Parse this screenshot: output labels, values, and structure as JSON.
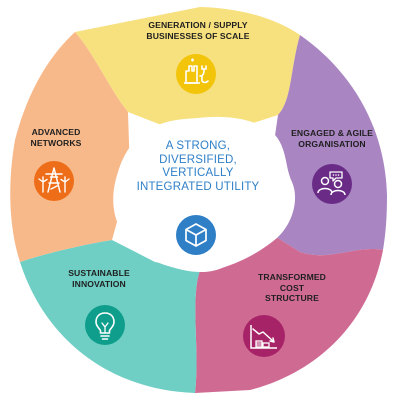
{
  "center": {
    "title_lines": [
      "A STRONG,",
      "DIVERSIFIED,",
      "VERTICALLY",
      "INTEGRATED UTILITY"
    ],
    "icon": "cube-icon",
    "color": "#2f7fc7"
  },
  "segments": [
    {
      "id": "generation",
      "label_lines": [
        "GENERATION / SUPPLY",
        "BUSINESSES OF SCALE"
      ],
      "icon": "power-plant-plug-icon",
      "color": "#f7e07e",
      "icon_color": "#f2c40a"
    },
    {
      "id": "engaged",
      "label_lines": [
        "ENGAGED & AGILE",
        "ORGANISATION"
      ],
      "icon": "people-speech-icon",
      "color": "#a985c2",
      "icon_color": "#6a2b87"
    },
    {
      "id": "cost",
      "label_lines": [
        "TRANSFORMED",
        "COST",
        "STRUCTURE"
      ],
      "icon": "declining-chart-coins-icon",
      "color": "#cf6b93",
      "icon_color": "#a72367"
    },
    {
      "id": "innovation",
      "label_lines": [
        "SUSTAINABLE",
        "INNOVATION"
      ],
      "icon": "lightbulb-icon",
      "color": "#6fcfc4",
      "icon_color": "#0f9e8c"
    },
    {
      "id": "networks",
      "label_lines": [
        "ADVANCED",
        "NETWORKS"
      ],
      "icon": "pylon-wind-turbine-icon",
      "color": "#f8b98a",
      "icon_color": "#ee6d18"
    }
  ]
}
